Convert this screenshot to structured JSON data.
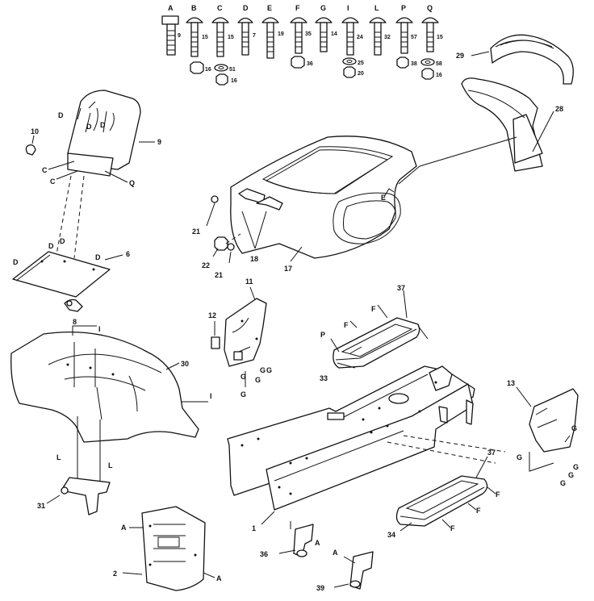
{
  "hardware": [
    {
      "letter": "A",
      "size": "9"
    },
    {
      "letter": "B",
      "size": "15"
    },
    {
      "letter": "C",
      "size": "15"
    },
    {
      "letter": "D",
      "size": "7"
    },
    {
      "letter": "E",
      "size": "19"
    },
    {
      "letter": "F",
      "size": "35"
    },
    {
      "letter": "G",
      "size": "14"
    },
    {
      "letter": "I",
      "size": "24"
    },
    {
      "letter": "L",
      "size": "32"
    },
    {
      "letter": "P",
      "size": "57"
    },
    {
      "letter": "Q",
      "size": "15"
    }
  ],
  "nuts": [
    "16",
    "51",
    "16",
    "36",
    "25",
    "20",
    "38",
    "58",
    "16"
  ],
  "callouts": {
    "c1": "1",
    "c2": "2",
    "c6": "6",
    "c8": "8",
    "c9": "9",
    "c10": "10",
    "c11": "11",
    "c12": "12",
    "c13": "13",
    "c17": "17",
    "c18": "18",
    "c21a": "21",
    "c21b": "21",
    "c22": "22",
    "c28": "28",
    "c29": "29",
    "c30": "30",
    "c31": "31",
    "c33": "33",
    "c34": "34",
    "c36": "36",
    "c37a": "37",
    "c37b": "37",
    "c39": "39"
  },
  "letters": {
    "A": "A",
    "C": "C",
    "D": "D",
    "E": "E",
    "F": "F",
    "G": "G",
    "I": "I",
    "L": "L",
    "P": "P",
    "Q": "Q"
  }
}
